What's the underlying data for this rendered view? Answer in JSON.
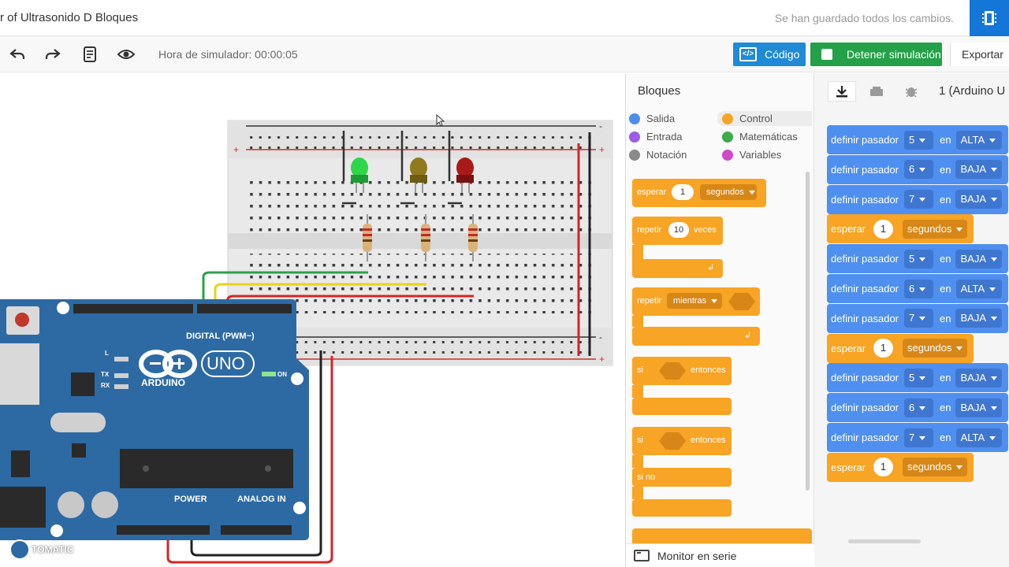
{
  "header": {
    "title": "r of Ultrasonido D Bloques",
    "saved_status": "Se han guardado todos los cambios."
  },
  "toolbar": {
    "sim_time": "Hora de simulador: 00:00:05",
    "code_button": "Código",
    "stop_button": "Detener simulación",
    "export_button": "Exportar"
  },
  "canvas": {
    "digital_label": "DIGITAL (PWM~)",
    "power_label": "POWER",
    "analog_label": "ANALOG IN",
    "uno_label": "UNO",
    "arduino_label": "ARDUINO",
    "on_label": "ON",
    "l_label": "L",
    "tx_label": "TX",
    "rx_label": "RX",
    "automatic_label": "TOMATIC"
  },
  "blocks_panel": {
    "title": "Bloques",
    "categories": [
      {
        "label": "Salida",
        "color": "#4c8df0"
      },
      {
        "label": "Control",
        "color": "#f8a424"
      },
      {
        "label": "Entrada",
        "color": "#9c5ce6"
      },
      {
        "label": "Matemáticas",
        "color": "#3dab4c"
      },
      {
        "label": "Notación",
        "color": "#8a8a8a"
      },
      {
        "label": "Variables",
        "color": "#d04bc7"
      }
    ],
    "palette": {
      "esperar": "esperar",
      "esperar_val": "1",
      "segundos": "segundos",
      "repetir": "repetir",
      "repetir_val": "10",
      "veces": "veces",
      "mientras": "mientras",
      "si": "si",
      "entonces": "entonces",
      "sino": "si no"
    },
    "monitor": "Monitor en serie"
  },
  "code_panel": {
    "device": "1 (Arduino U",
    "blocks": [
      {
        "type": "pin",
        "label": "definir pasador",
        "pin": "5",
        "en": "en",
        "level": "ALTA"
      },
      {
        "type": "pin",
        "label": "definir pasador",
        "pin": "6",
        "en": "en",
        "level": "BAJA"
      },
      {
        "type": "pin",
        "label": "definir pasador",
        "pin": "7",
        "en": "en",
        "level": "BAJA"
      },
      {
        "type": "wait",
        "label": "esperar",
        "value": "1",
        "unit": "segundos"
      },
      {
        "type": "pin",
        "label": "definir pasador",
        "pin": "5",
        "en": "en",
        "level": "BAJA"
      },
      {
        "type": "pin",
        "label": "definir pasador",
        "pin": "6",
        "en": "en",
        "level": "ALTA"
      },
      {
        "type": "pin",
        "label": "definir pasador",
        "pin": "7",
        "en": "en",
        "level": "BAJA"
      },
      {
        "type": "wait",
        "label": "esperar",
        "value": "1",
        "unit": "segundos"
      },
      {
        "type": "pin",
        "label": "definir pasador",
        "pin": "5",
        "en": "en",
        "level": "BAJA"
      },
      {
        "type": "pin",
        "label": "definir pasador",
        "pin": "6",
        "en": "en",
        "level": "BAJA"
      },
      {
        "type": "pin",
        "label": "definir pasador",
        "pin": "7",
        "en": "en",
        "level": "ALTA"
      },
      {
        "type": "wait",
        "label": "esperar",
        "value": "1",
        "unit": "segundos"
      }
    ]
  }
}
